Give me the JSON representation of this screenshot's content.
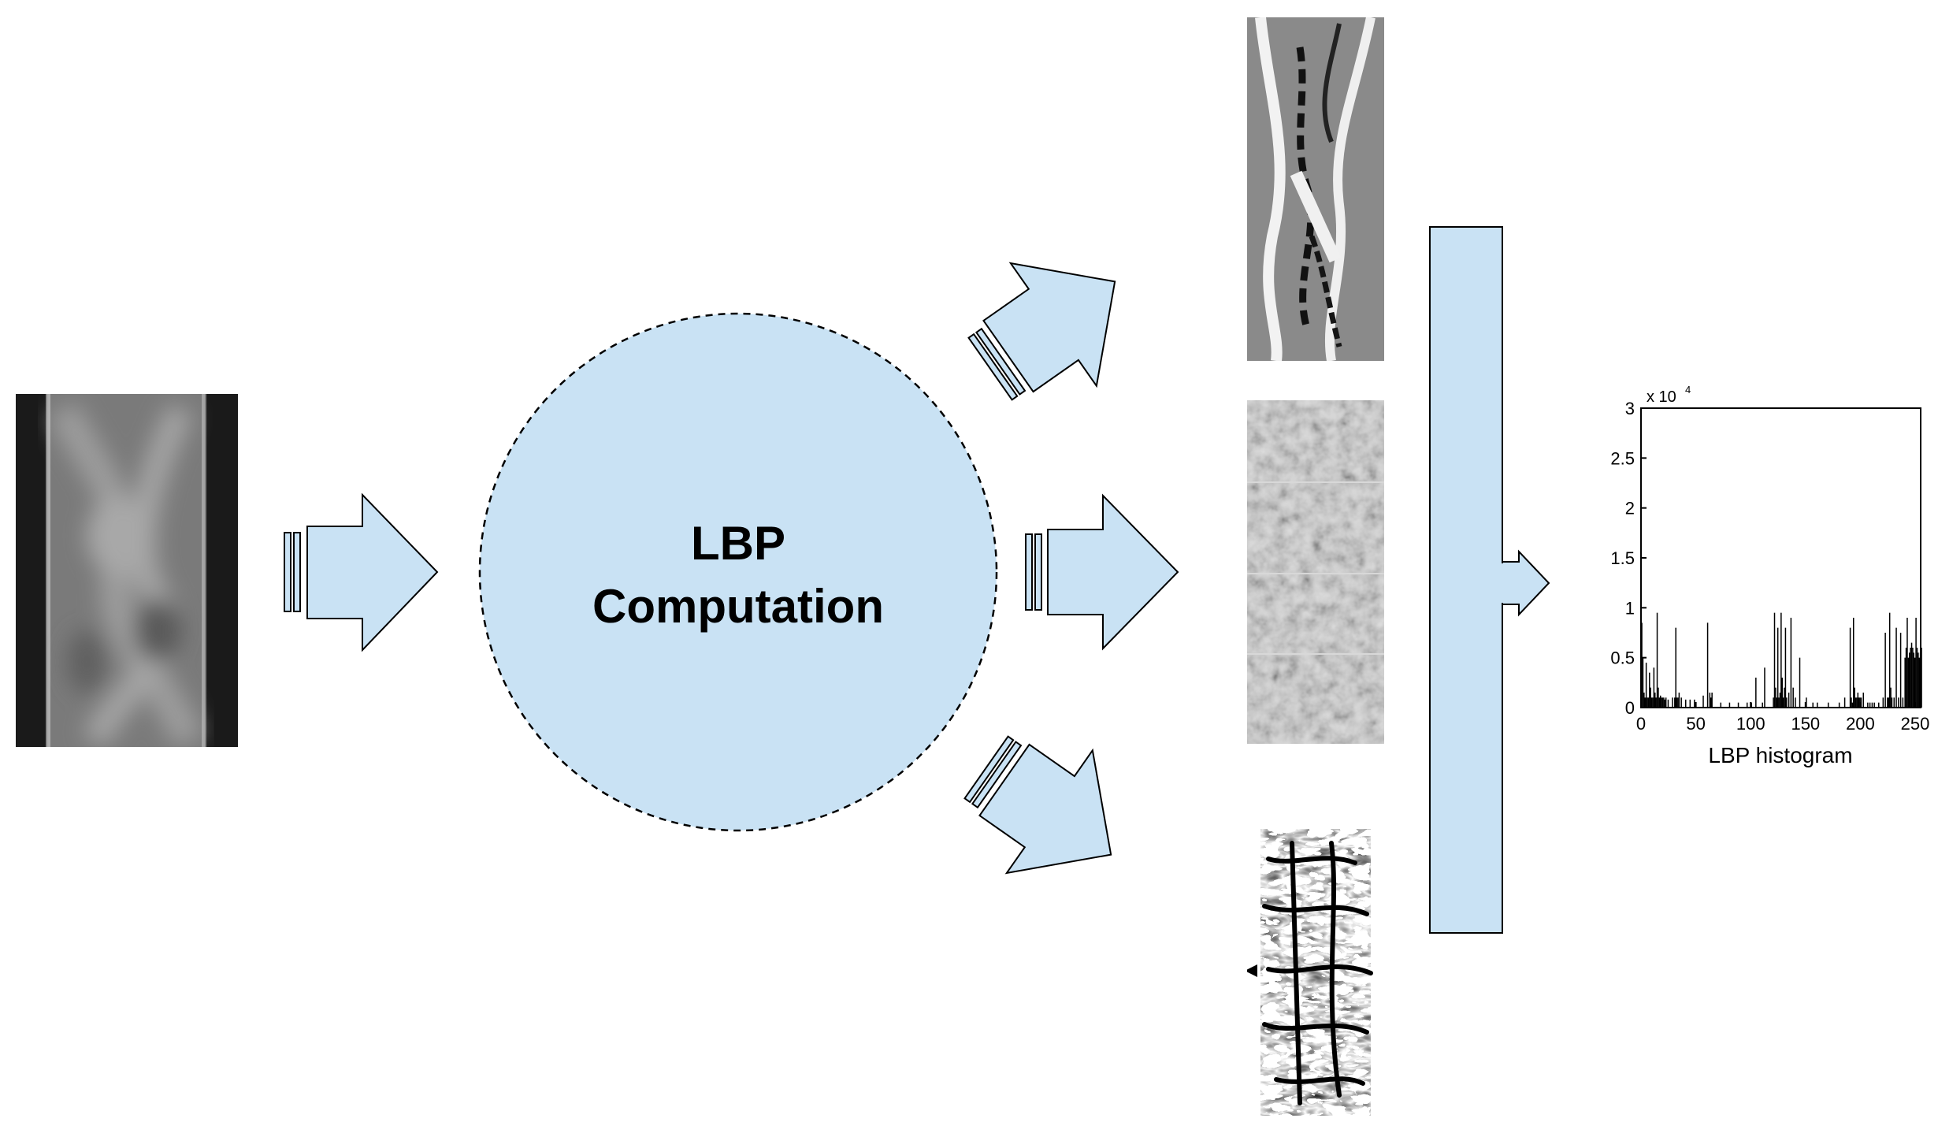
{
  "diagram": {
    "center_label_line1": "LBP",
    "center_label_line2": "Computation",
    "colors": {
      "fill": "#c9e2f4",
      "stroke": "#000000",
      "bg": "#ffffff"
    }
  },
  "chart_data": {
    "type": "bar",
    "xlabel": "LBP histogram",
    "ylabel": "",
    "exponent_label": "x 10",
    "exponent_power": "4",
    "xlim": [
      0,
      255
    ],
    "ylim": [
      0,
      3
    ],
    "xticks": [
      0,
      50,
      100,
      150,
      200,
      250
    ],
    "yticks": [
      0,
      0.5,
      1,
      1.5,
      2,
      2.5,
      3
    ],
    "ytick_labels": [
      "0",
      "0.5",
      "1",
      "1.5",
      "2",
      "2.5",
      "3"
    ],
    "x": [
      0,
      1,
      2,
      3,
      4,
      5,
      6,
      7,
      8,
      9,
      10,
      11,
      12,
      13,
      14,
      15,
      16,
      17,
      18,
      19,
      20,
      21,
      22,
      24,
      28,
      30,
      31,
      32,
      33,
      34,
      36,
      40,
      44,
      48,
      56,
      60,
      62,
      63,
      64,
      72,
      80,
      88,
      96,
      100,
      104,
      110,
      112,
      120,
      121,
      122,
      123,
      124,
      125,
      126,
      127,
      128,
      129,
      130,
      131,
      132,
      134,
      136,
      138,
      140,
      144,
      150,
      156,
      160,
      170,
      180,
      185,
      190,
      191,
      192,
      193,
      194,
      195,
      196,
      197,
      198,
      199,
      200,
      202,
      206,
      208,
      210,
      212,
      216,
      220,
      222,
      224,
      225,
      226,
      227,
      228,
      230,
      232,
      234,
      236,
      238,
      240,
      241,
      242,
      243,
      244,
      245,
      246,
      247,
      248,
      249,
      250,
      251,
      252,
      253,
      254,
      255
    ],
    "values": [
      0.85,
      0.5,
      0.15,
      0.1,
      0.45,
      0.1,
      0.1,
      0.35,
      0.2,
      0.1,
      0.1,
      0.4,
      0.15,
      0.1,
      0.95,
      0.2,
      0.1,
      0.12,
      0.1,
      0.1,
      0.1,
      0.08,
      0.1,
      0.08,
      0.1,
      0.1,
      0.8,
      0.1,
      0.1,
      0.15,
      0.1,
      0.08,
      0.08,
      0.08,
      0.12,
      0.85,
      0.15,
      0.1,
      0.15,
      0.05,
      0.05,
      0.05,
      0.05,
      0.05,
      0.3,
      0.05,
      0.4,
      0.1,
      0.95,
      0.2,
      0.1,
      0.8,
      0.1,
      0.15,
      0.95,
      0.3,
      0.1,
      0.2,
      0.8,
      0.1,
      0.15,
      0.9,
      0.2,
      0.1,
      0.5,
      0.1,
      0.05,
      0.05,
      0.05,
      0.05,
      0.1,
      0.8,
      0.1,
      0.05,
      0.9,
      0.2,
      0.1,
      0.1,
      0.15,
      0.1,
      0.1,
      0.1,
      0.15,
      0.05,
      0.05,
      0.05,
      0.05,
      0.05,
      0.1,
      0.75,
      0.1,
      0.1,
      0.95,
      0.2,
      0.1,
      0.1,
      0.8,
      0.1,
      0.75,
      0.1,
      0.5,
      0.6,
      0.9,
      0.5,
      0.55,
      0.6,
      0.65,
      0.6,
      0.55,
      0.5,
      0.9,
      0.6,
      0.55,
      0.5,
      0.55,
      0.6
    ]
  }
}
